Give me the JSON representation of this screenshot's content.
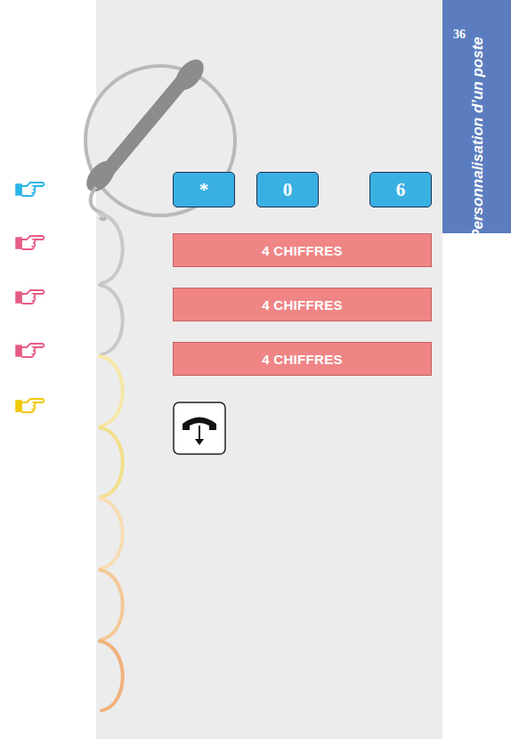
{
  "diagram": {
    "nodes": [
      {
        "text": [
          "36",
          "Personnalisation d’un poste"
        ]
      },
      {
        "text": [
          "*"
        ]
      },
      {
        "text": [
          "0"
        ]
      },
      {
        "text": [
          "6"
        ]
      },
      {
        "text": [
          "4 CHIFFRES"
        ]
      },
      {
        "text": [
          "4 CHIFFRES"
        ]
      },
      {
        "text": [
          "4 CHIFFRES"
        ]
      }
    ]
  }
}
